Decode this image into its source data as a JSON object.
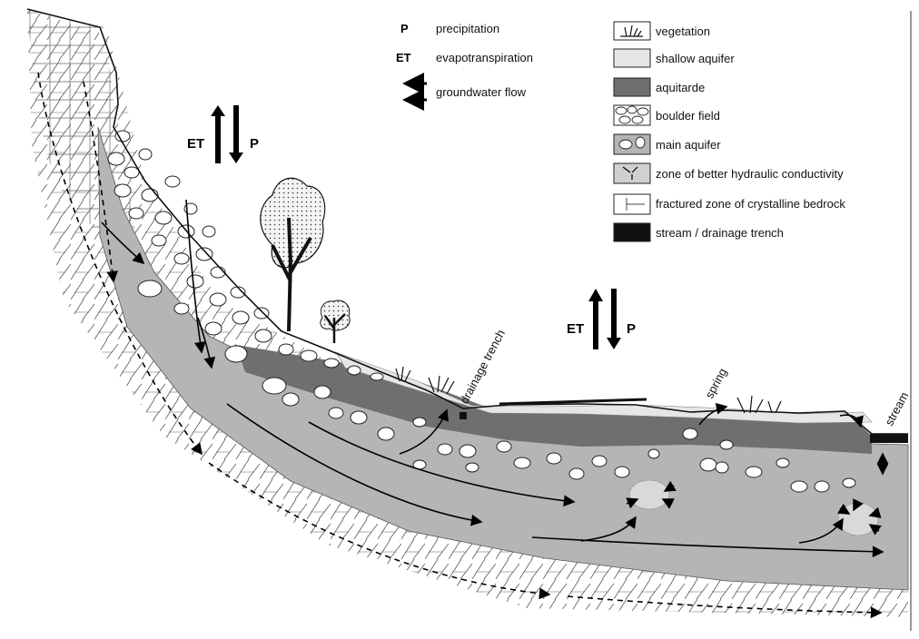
{
  "symbol_legend": {
    "items": [
      {
        "symbol": "P",
        "label": "precipitation"
      },
      {
        "symbol": "ET",
        "label": "evapotranspiration"
      },
      {
        "symbol": "",
        "label": "groundwater flow"
      }
    ]
  },
  "material_legend": {
    "items": [
      {
        "swatch": "vegetation-icon",
        "label": "vegetation"
      },
      {
        "swatch": "#e6e6e6",
        "label": "shallow aquifer"
      },
      {
        "swatch": "#6f6f6f",
        "label": "aquitarde"
      },
      {
        "swatch": "boulder-pattern",
        "label": "boulder field"
      },
      {
        "swatch": "#b5b5b5",
        "label": "main aquifer"
      },
      {
        "swatch": "#d0d0d0",
        "label": "zone of better hydraulic conductivity"
      },
      {
        "swatch": "fracture-pattern",
        "label": "fractured zone of crystalline bedrock"
      },
      {
        "swatch": "#111111",
        "label": "stream / drainage trench"
      }
    ]
  },
  "flux_left": {
    "et": "ET",
    "p": "P"
  },
  "flux_right": {
    "et": "ET",
    "p": "P"
  },
  "annotations": {
    "drainage_trench": "drainage trench",
    "spring": "spring",
    "stream": "stream"
  }
}
